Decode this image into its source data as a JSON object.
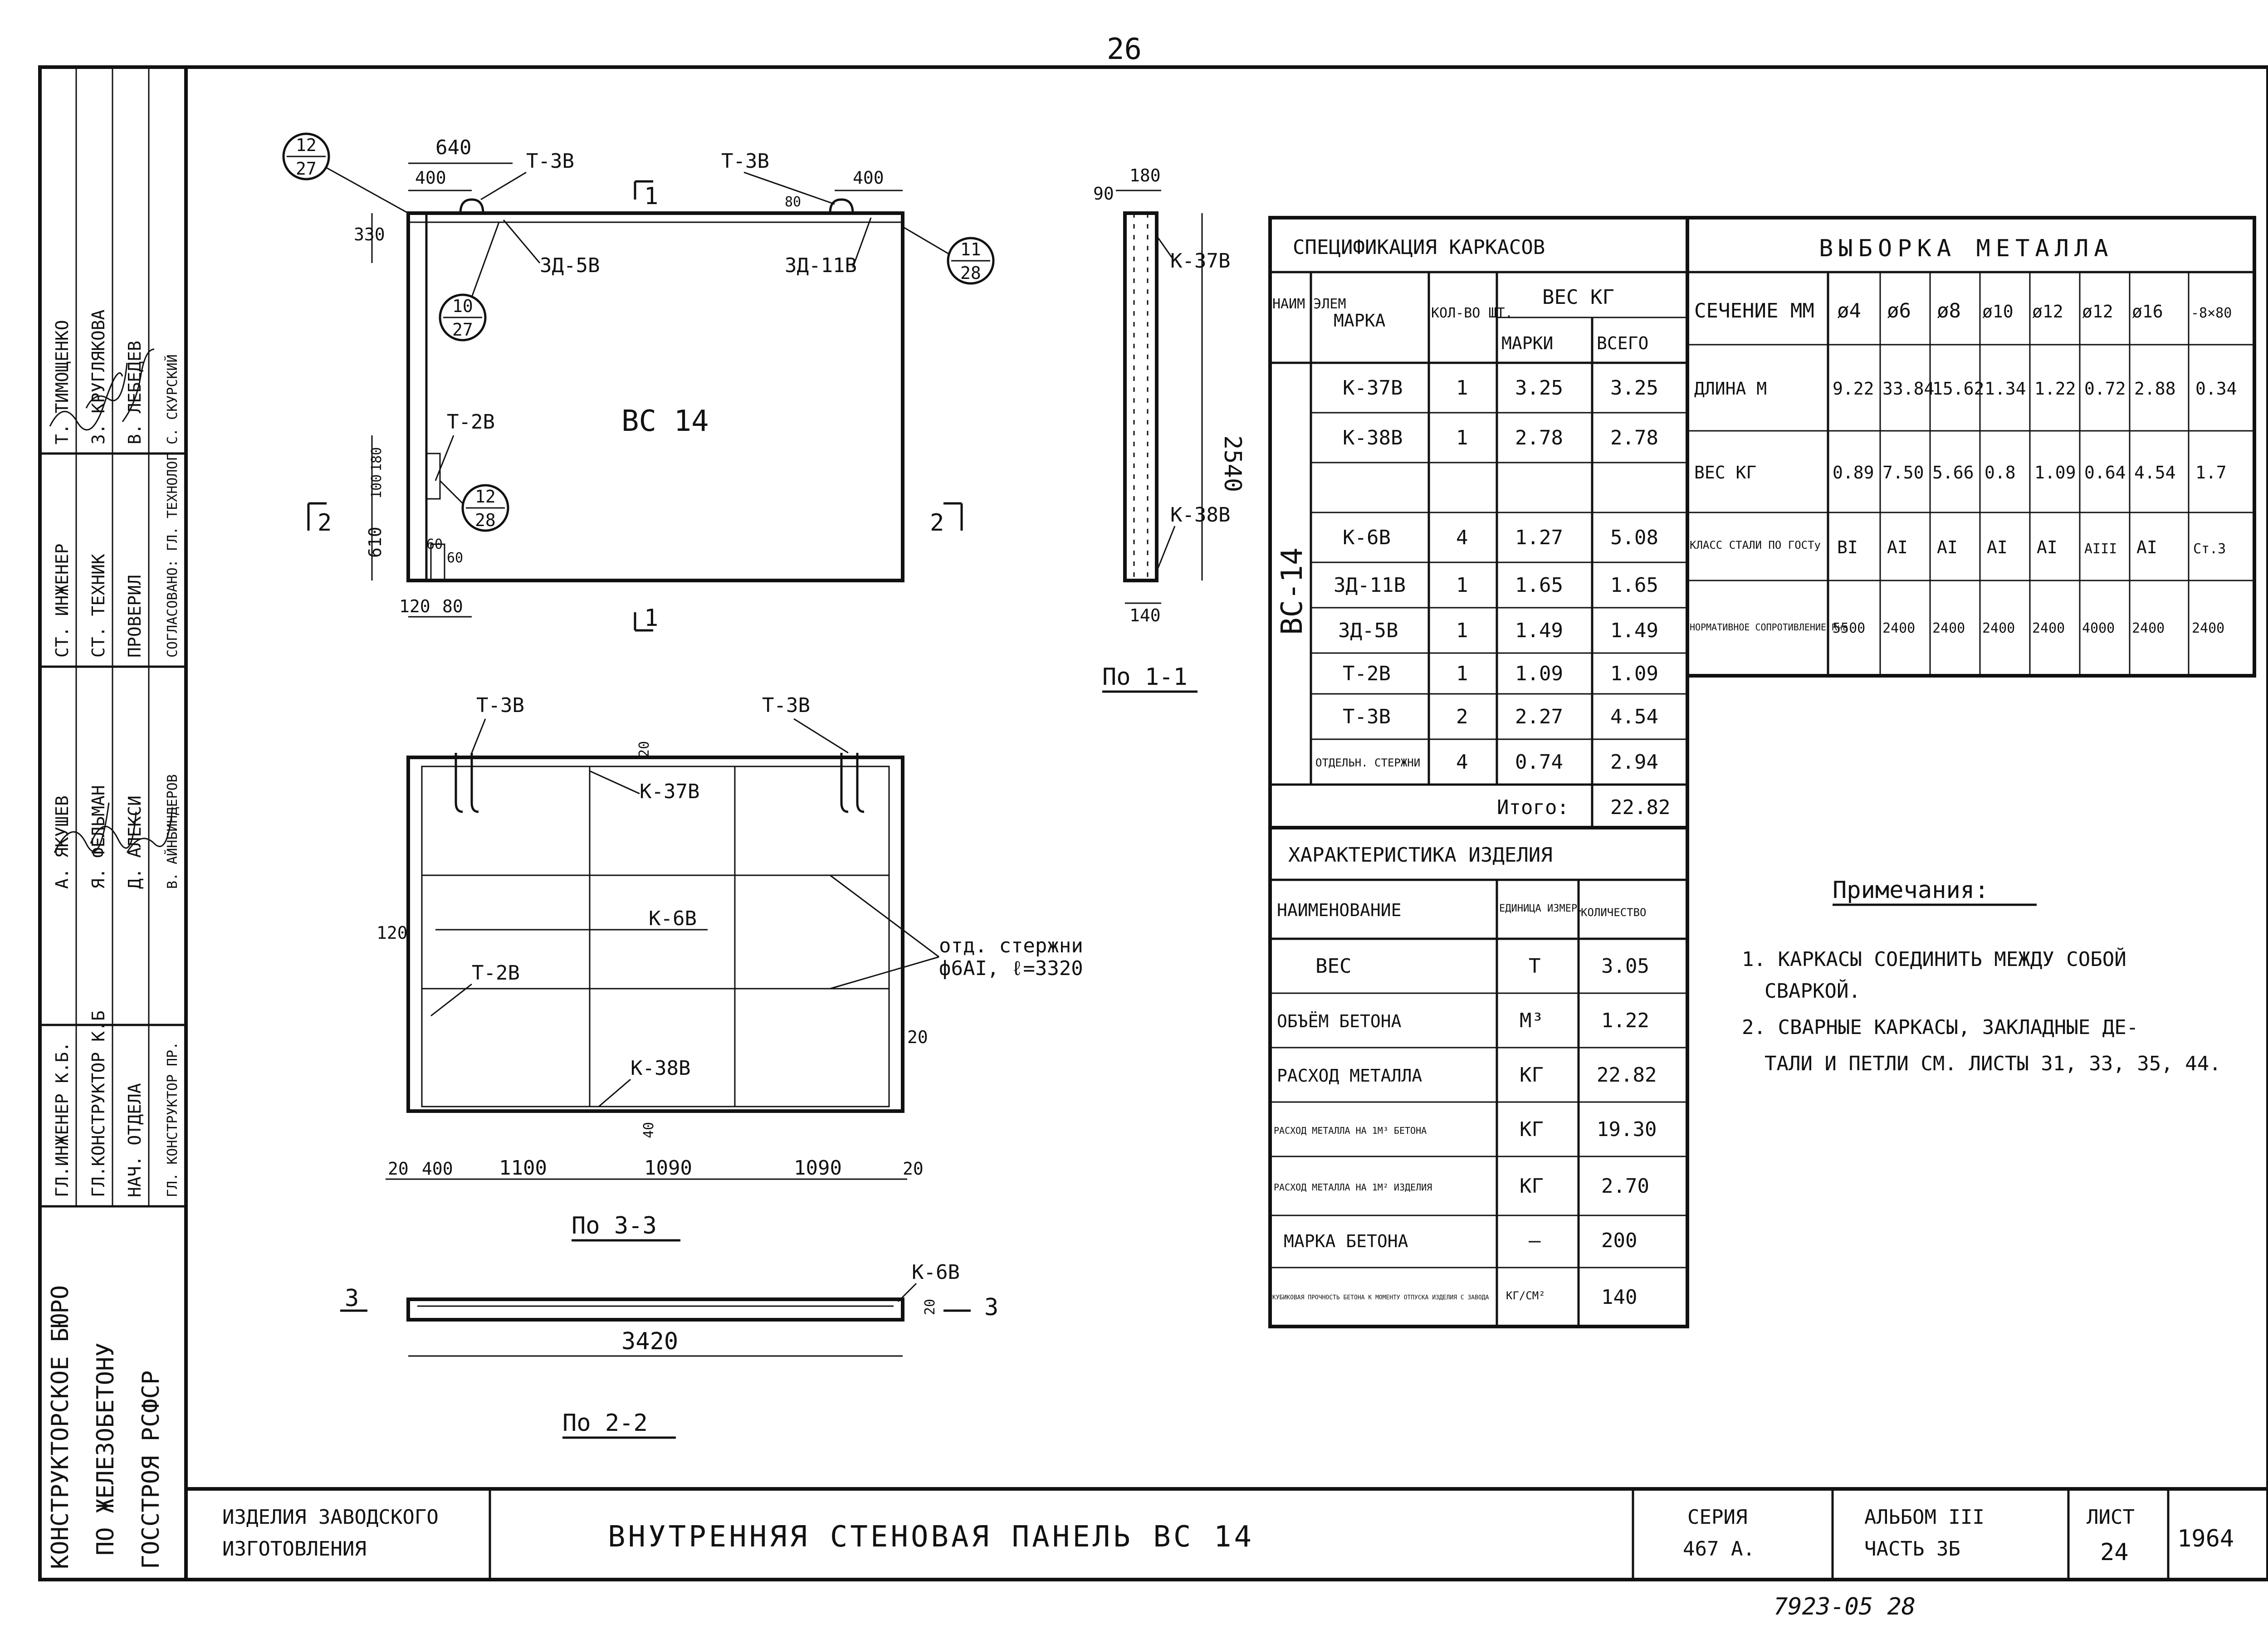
{
  "page_number": "26",
  "footer_note": "7923-05 28",
  "title_block": {
    "product_type_line1": "ИЗДЕЛИЯ ЗАВОДСКОГО",
    "product_type_line2": "ИЗГОТОВЛЕНИЯ",
    "title": "ВНУТРЕННЯЯ СТЕНОВАЯ ПАНЕЛЬ ВС 14",
    "series_label": "СЕРИЯ",
    "series_value": "467 А.",
    "album_label": "АЛЬБОМ III",
    "part_label": "ЧАСТЬ 3Б",
    "sheet_label": "ЛИСТ",
    "sheet_value": "24",
    "year": "1964"
  },
  "bureau": {
    "line1": "КОНСТРУКТОРСКОЕ БЮРО",
    "line2": "ПО ЖЕЛЕЗОБЕТОНУ",
    "line3": "ГОССТРОЯ РСФСР"
  },
  "signatures_left": [
    {
      "role": "ГЛ.ИНЖЕНЕР К.Б.",
      "name": "А. ЯКУШЕВ"
    },
    {
      "role": "ГЛ.КОНСТРУКТОР К.Б",
      "name": "Я. ФЕЛЬМАН"
    },
    {
      "role": "НАЧ. ОТДЕЛА",
      "name": "Д. АЛЕКСИ"
    },
    {
      "role": "ГЛ. КОНСТРУКТОР ПР.",
      "name": "В. АЙНБИНДЕРОВ"
    }
  ],
  "signatures_right": [
    {
      "role": "СТ. ИНЖЕНЕР",
      "name": "Т. ТИМОЩЕНКО"
    },
    {
      "role": "СТ. ТЕХНИК",
      "name": "З. КРУГЛЯКОВА"
    },
    {
      "role": "ПРОВЕРИЛ",
      "name": "В. ЛЕБЕДЕВ"
    },
    {
      "role": "СОГЛАСОВАНО: ГЛ. ТЕХНОЛОГ",
      "name": "С. СКУРСКИЙ"
    }
  ],
  "drawings": {
    "panel_label": "ВС 14",
    "section_1_1": "По 1-1",
    "section_2_2": "По 2-2",
    "section_3_3": "По 3-3",
    "cut_1": "1",
    "cut_2": "2",
    "cut_3": "3",
    "marks": {
      "t3v": "Т-3В",
      "t2v": "Т-2В",
      "zd5v": "ЗД-5В",
      "zd11v": "ЗД-11В",
      "k37v": "К-37В",
      "k38v": "К-38В",
      "k6v": "К-6В",
      "rods_line1": "отд. стержни",
      "rods_line2": "ф6АI, ℓ=3320"
    },
    "callouts": [
      {
        "top": "12",
        "bottom": "27"
      },
      {
        "top": "10",
        "bottom": "27"
      },
      {
        "top": "11",
        "bottom": "28"
      },
      {
        "top": "12",
        "bottom": "28"
      }
    ],
    "dims_elevation": [
      "640",
      "400",
      "400",
      "80",
      "330",
      "180",
      "100",
      "610",
      "60",
      "60",
      "120",
      "80"
    ],
    "dims_side": [
      "90",
      "180",
      "2540",
      "140"
    ],
    "dims_plan": [
      "20",
      "120",
      "20",
      "20",
      "400",
      "1100",
      "1090",
      "1090",
      "20",
      "40"
    ],
    "dims_section_2_2": [
      "3420",
      "20"
    ]
  },
  "spec": {
    "title": "СПЕЦИФИКАЦИЯ КАРКАСОВ",
    "col_element": "НАИМ ЭЛЕМ",
    "col_mark": "МАРКА",
    "col_qty": "КОЛ-ВО ШТ.",
    "col_weight": "ВЕС КГ",
    "col_weight_mark": "МАРКИ",
    "col_weight_total": "ВСЕГО",
    "element_name": "ВС-14",
    "rows": [
      {
        "mark": "К-37В",
        "qty": "1",
        "unit": "3.25",
        "total": "3.25"
      },
      {
        "mark": "К-38В",
        "qty": "1",
        "unit": "2.78",
        "total": "2.78"
      },
      {
        "mark": "",
        "qty": "",
        "unit": "",
        "total": ""
      },
      {
        "mark": "К-6В",
        "qty": "4",
        "unit": "1.27",
        "total": "5.08"
      },
      {
        "mark": "ЗД-11В",
        "qty": "1",
        "unit": "1.65",
        "total": "1.65"
      },
      {
        "mark": "ЗД-5В",
        "qty": "1",
        "unit": "1.49",
        "total": "1.49"
      },
      {
        "mark": "Т-2В",
        "qty": "1",
        "unit": "1.09",
        "total": "1.09"
      },
      {
        "mark": "Т-3В",
        "qty": "2",
        "unit": "2.27",
        "total": "4.54"
      },
      {
        "mark": "ОТДЕЛЬН. СТЕРЖНИ",
        "qty": "4",
        "unit": "0.74",
        "total": "2.94"
      }
    ],
    "total_label": "Итого:",
    "total_value": "22.82"
  },
  "metal": {
    "title": "ВЫБОРКА МЕТАЛЛА",
    "header_label": "СЕЧЕНИЕ ММ",
    "sections": [
      "ø4",
      "ø6",
      "ø8",
      "ø10",
      "ø12",
      "ø12",
      "ø16",
      "-8×80"
    ],
    "rows": [
      {
        "label": "ДЛИНА М",
        "values": [
          "9.22",
          "33.84",
          "15.62",
          "1.34",
          "1.22",
          "0.72",
          "2.88",
          "0.34"
        ]
      },
      {
        "label": "ВЕС КГ",
        "values": [
          "0.89",
          "7.50",
          "5.66",
          "0.8",
          "1.09",
          "0.64",
          "4.54",
          "1.7"
        ]
      },
      {
        "label": "КЛАСС СТАЛИ ПО ГОСТу",
        "values": [
          "ВI",
          "АI",
          "АI",
          "АI",
          "АI",
          "АIII",
          "АI",
          "Ст.3"
        ]
      },
      {
        "label": "НОРМАТИВНОЕ СОПРОТИВЛЕНИЕ Rна",
        "values": [
          "5500",
          "2400",
          "2400",
          "2400",
          "2400",
          "4000",
          "2400",
          "2400"
        ]
      }
    ]
  },
  "characteristics": {
    "title": "ХАРАКТЕРИСТИКА ИЗДЕЛИЯ",
    "col_name": "НАИМЕНОВАНИЕ",
    "col_unit": "ЕДИНИЦА ИЗМЕР.",
    "col_qty": "КОЛИЧЕСТВО",
    "rows": [
      {
        "name": "ВЕС",
        "unit": "Т",
        "value": "3.05"
      },
      {
        "name": "ОБЪЁМ БЕТОНА",
        "unit": "М³",
        "value": "1.22"
      },
      {
        "name": "РАСХОД МЕТАЛЛА",
        "unit": "КГ",
        "value": "22.82"
      },
      {
        "name": "РАСХОД МЕТАЛЛА НА 1М³ БЕТОНА",
        "unit": "КГ",
        "value": "19.30"
      },
      {
        "name": "РАСХОД МЕТАЛЛА НА 1М² ИЗДЕЛИЯ",
        "unit": "КГ",
        "value": "2.70"
      },
      {
        "name": "МАРКА БЕТОНА",
        "unit": "—",
        "value": "200"
      },
      {
        "name": "КУБИКОВАЯ ПРОЧНОСТЬ БЕТОНА К МОМЕНТУ ОТПУСКА ИЗДЕЛИЯ С ЗАВОДА",
        "unit": "КГ/СМ²",
        "value": "140"
      }
    ]
  },
  "notes": {
    "title": "Примечания:",
    "item1_line1": "1. КАРКАСЫ СОЕДИНИТЬ МЕЖДУ СОБОЙ",
    "item1_line2": "СВАРКОЙ.",
    "item2_line1": "2. СВАРНЫЕ КАРКАСЫ, ЗАКЛАДНЫЕ ДЕ-",
    "item2_line2": "ТАЛИ И ПЕТЛИ СМ. ЛИСТЫ 31, 33, 35, 44."
  }
}
